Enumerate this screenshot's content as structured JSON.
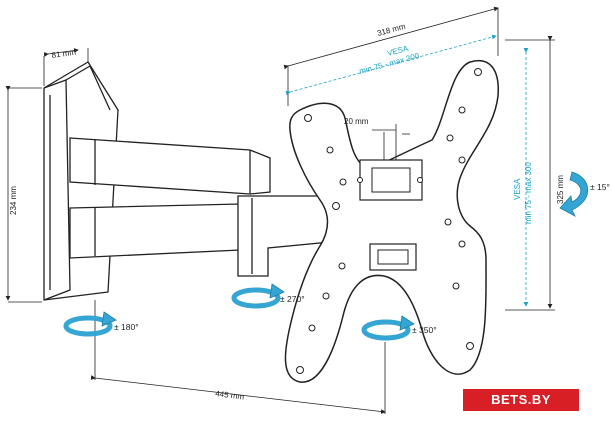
{
  "dimensions": {
    "wall_plate_width": "81 mm",
    "plate_width": "318 mm",
    "wall_plate_height": "234 mm",
    "plate_height": "325 mm",
    "extension": "445 mm",
    "slot_spacing": "20 mm"
  },
  "vesa": {
    "horizontal_title": "VESA",
    "horizontal_range": "min 75 - max 300",
    "vertical_title": "VESA",
    "vertical_range": "min 75 - max 300"
  },
  "rotations": {
    "tilt": "± 15°",
    "arm_swivel": "± 180°",
    "elbow_swivel": "± 270°",
    "rotation": "± 350°"
  },
  "brand": "BETS.BY",
  "colors": {
    "vesa": "#1aa3c8",
    "arrow": "#35a6d3",
    "brand": "#d81f26",
    "line": "#222222"
  }
}
